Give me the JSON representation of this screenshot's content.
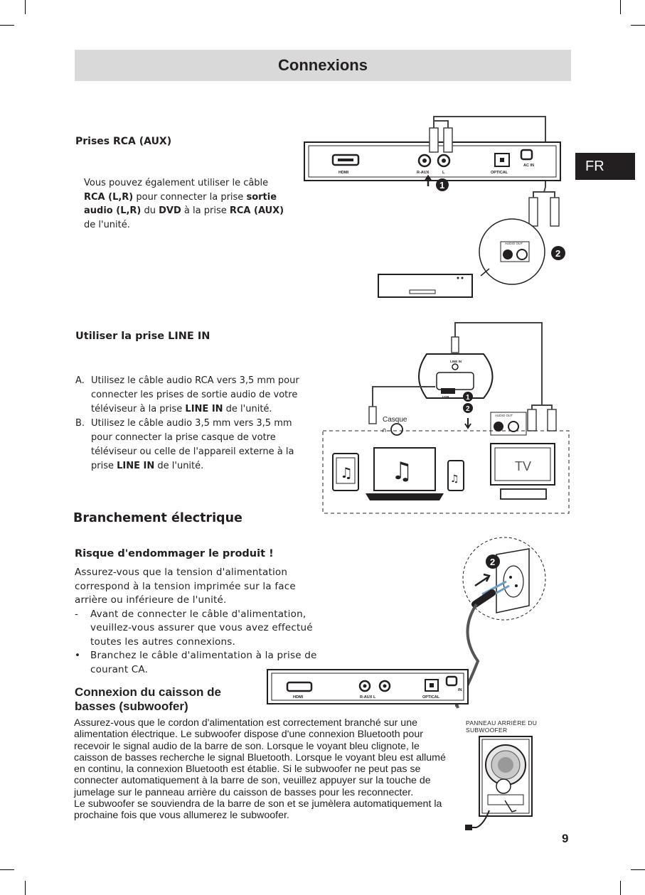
{
  "page": {
    "title": "Connexions",
    "language_tab": "FR",
    "page_number": "9"
  },
  "rca": {
    "heading": "Prises RCA (AUX)",
    "p1": "Vous pouvez également utiliser le câble ",
    "b1": "RCA (L,R)",
    "p2": " pour connecter la prise ",
    "b2": "sortie audio (L,R)",
    "p3": " du ",
    "b3": "DVD",
    "p4": " à la prise ",
    "b4": "RCA (AUX)",
    "p5": " de l'unité.",
    "figure": {
      "hdmi": "HDMI",
      "aux": "R-AUX",
      "aux_l": "L",
      "optical": "OPTICAL",
      "ac_in": "AC IN",
      "audio_out": "AUDIO OUT",
      "step1": "1",
      "step2": "2"
    }
  },
  "line_in": {
    "heading": "Utiliser la prise LINE IN",
    "a_marker": "A.",
    "a_text1": "Utilisez le câble audio RCA vers 3,5 mm pour connecter les prises de sortie audio de votre téléviseur à la prise ",
    "a_bold": "LINE IN",
    "a_text2": " de l'unité.",
    "b_marker": "B.",
    "b_text1": "Utilisez le câble audio 3,5 mm vers 3,5 mm pour connecter la prise casque de votre téléviseur ou celle de l'appareil externe à la prise ",
    "b_bold": "LINE IN",
    "b_text2": " de l'unité.",
    "figure": {
      "line_in": "LINE IN",
      "usb": "USB",
      "casque": "Casque",
      "audio_out": "AUDIO OUT",
      "tv": "TV",
      "step1": "1",
      "step2": "2"
    }
  },
  "electrical": {
    "heading": "Branchement électrique",
    "risk_heading": "Risque d'endommager le produit !",
    "risk_text": "Assurez-vous que la tension d'alimentation correspond à la tension imprimée sur la face arrière ou inférieure de l'unité.",
    "dash_marker": "-",
    "dash_text": "Avant de connecter le câble d'alimentation, veuillez-vous assurer que vous avez effectué toutes les autres connexions.",
    "bullet_marker": "•",
    "bullet_text": "Branchez le câble d'alimentation à la prise de courant CA.",
    "figure": {
      "hdmi": "HDMI",
      "aux": "R-AUX  L",
      "optical": "OPTICAL",
      "in": "IN",
      "step2": "2"
    }
  },
  "subwoofer": {
    "heading": "Connexion du caisson de basses (subwoofer)",
    "text1": "Assurez-vous que le cordon d'alimentation est correctement branché sur une alimentation électrique. Le subwoofer dispose d'une connexion Bluetooth pour recevoir le signal audio de la barre de son. Lorsque le voyant bleu clignote, le caisson de basses recherche le signal Bluetooth. Lorsque le voyant bleu est allumé en continu, la connexion Bluetooth est établie. Si le subwoofer ne peut pas se connecter automatiquement à la barre de son, veuillez appuyer sur la touche de jumelage sur le panneau arrière du caisson de basses pour les reconnecter.",
    "text2": "Le subwoofer se souviendra de la barre de son et se jumèlera automatiquement la prochaine fois que vous allumerez le subwoofer.",
    "panel_label_1": "PANNEAU ARRIÈRE DU",
    "panel_label_2": "SUBWOOFER"
  }
}
